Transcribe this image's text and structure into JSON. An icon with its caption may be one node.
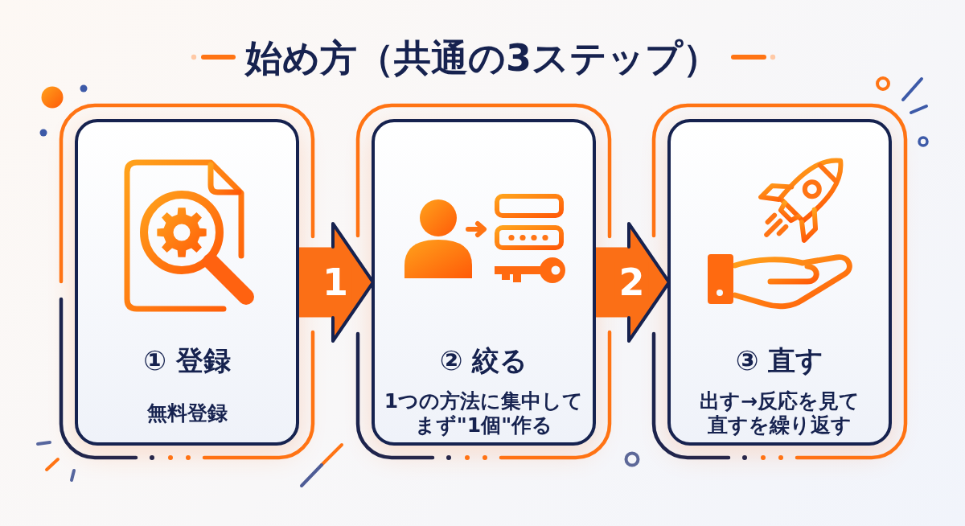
{
  "diagram": {
    "title": "始め方（共通の3ステップ）",
    "nodes": [
      {
        "text": [
          "① 登録",
          "無料登録"
        ]
      },
      {
        "text": [
          "② 絞る",
          "1つの方法に集中してまず\"1個\"作る"
        ]
      },
      {
        "text": [
          "③ 直す",
          "出す→反応を見て直すを繰り返す"
        ]
      }
    ],
    "edges": [
      {
        "from": 0,
        "to": 1,
        "arrow": "to",
        "label": "1"
      },
      {
        "from": 1,
        "to": 2,
        "arrow": "to",
        "label": "2"
      }
    ]
  }
}
